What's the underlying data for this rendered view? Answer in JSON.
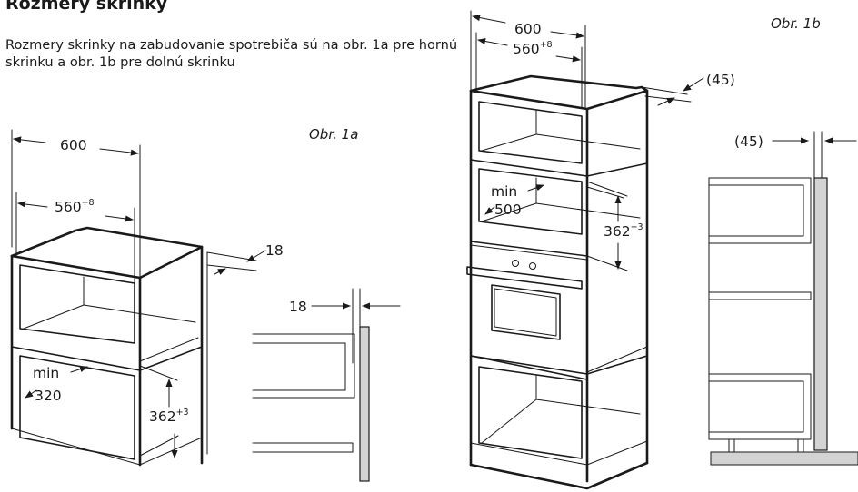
{
  "heading": "Rozmery skrinky",
  "intro": "Rozmery skrinky na zabudovanie spotrebiča sú na obr. 1a pre hornú skrinku a obr. 1b pre dolnú skrinku",
  "figure_1a": {
    "caption": "Obr. 1a",
    "width": "600",
    "inner_width": "560",
    "inner_width_tolerance": "+8",
    "panel_thickness": "18",
    "min_label": "min",
    "min_value": "320",
    "opening_height": "362",
    "opening_height_tolerance": "+3",
    "side_gap": "18"
  },
  "figure_1b": {
    "caption": "Obr. 1b",
    "width": "600",
    "inner_width": "560",
    "inner_width_tolerance": "+8",
    "rear_gap": "(45)",
    "min_label": "min",
    "min_value": "500",
    "opening_height": "362",
    "opening_height_tolerance": "+3",
    "side_gap": "(45)"
  }
}
